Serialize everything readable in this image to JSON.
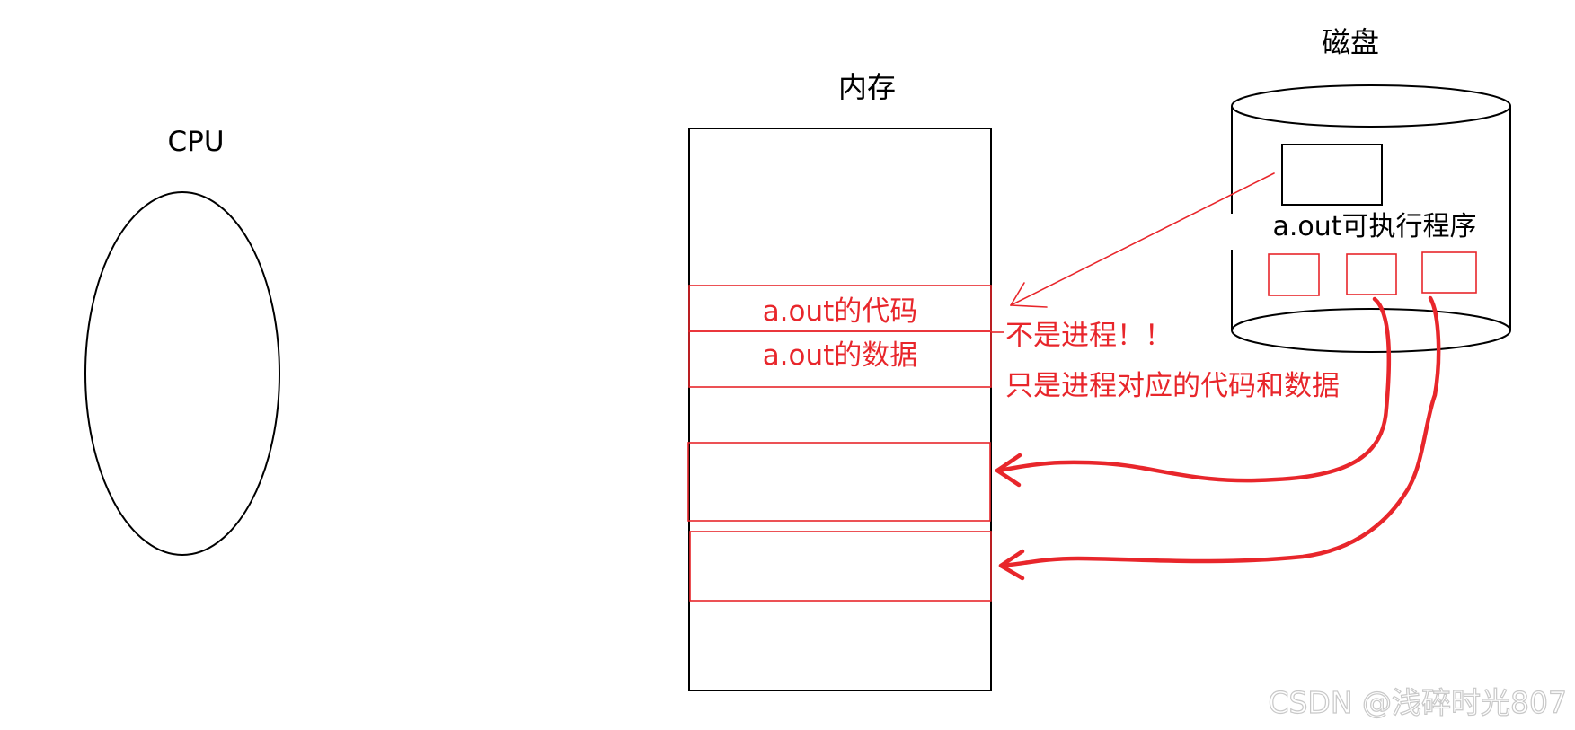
{
  "colors": {
    "line": "#000000",
    "accent": "#e8262b",
    "watermark": "#c8c8c8"
  },
  "cpu": {
    "label": "CPU"
  },
  "memory": {
    "label": "内存",
    "code_label": "a.out的代码",
    "data_label": "a.out的数据"
  },
  "disk": {
    "label": "磁盘",
    "program_label": "a.out可执行程序"
  },
  "annotations": {
    "not_process": "不是进程！！",
    "only_code_data": "只是进程对应的代码和数据"
  },
  "watermark": {
    "text": "CSDN @浅碎时光807"
  }
}
